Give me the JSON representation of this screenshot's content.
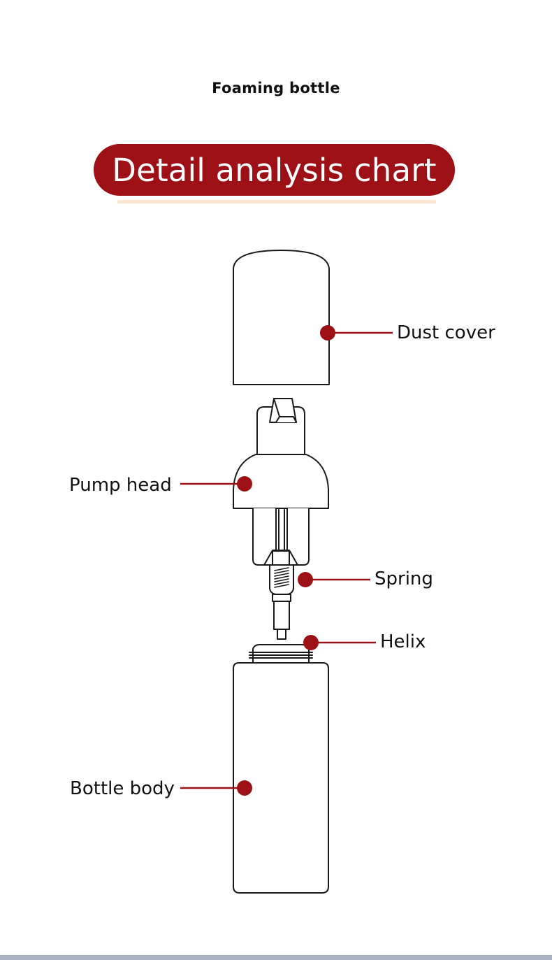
{
  "header": {
    "subtitle": "Foaming bottle",
    "banner_title": "Detail analysis chart"
  },
  "colors": {
    "accent": "#9d1015",
    "underline": "#fde6cf",
    "outline": "#1a1a1a",
    "bottom_bar": "#aab1bf"
  },
  "callouts": {
    "dust_cover": "Dust cover",
    "pump_head": "Pump head",
    "spring": "Spring",
    "helix": "Helix",
    "bottle_body": "Bottle body"
  }
}
